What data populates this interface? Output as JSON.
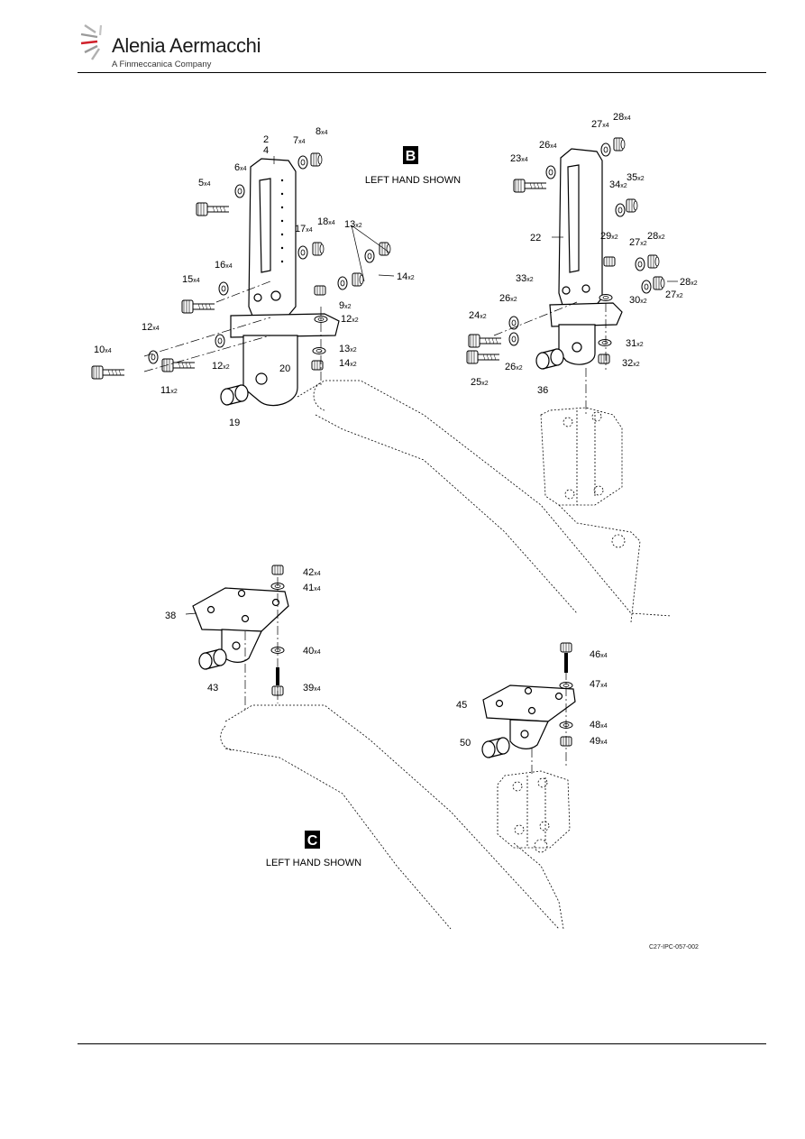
{
  "header": {
    "company_name": "Alenia Aermacchi",
    "company_tagline": "A Finmeccanica Company",
    "logo_icon": "alenia-swoosh-icon"
  },
  "view_b": {
    "marker": "B",
    "caption": "LEFT HAND SHOWN"
  },
  "view_c": {
    "marker": "C",
    "caption": "LEFT HAND SHOWN"
  },
  "callouts": [
    {
      "num": "2",
      "qty": ""
    },
    {
      "num": "4",
      "qty": ""
    },
    {
      "num": "5",
      "qty": "x4"
    },
    {
      "num": "6",
      "qty": "x4"
    },
    {
      "num": "7",
      "qty": "x4"
    },
    {
      "num": "8",
      "qty": "x4"
    },
    {
      "num": "9",
      "qty": "x2"
    },
    {
      "num": "10",
      "qty": "x4"
    },
    {
      "num": "11",
      "qty": "x2"
    },
    {
      "num": "12",
      "qty": "x4"
    },
    {
      "num": "12",
      "qty": "x2"
    },
    {
      "num": "12",
      "qty": "x2"
    },
    {
      "num": "13",
      "qty": "x2"
    },
    {
      "num": "13",
      "qty": "x2"
    },
    {
      "num": "14",
      "qty": "x2"
    },
    {
      "num": "14",
      "qty": "x2"
    },
    {
      "num": "15",
      "qty": "x4"
    },
    {
      "num": "16",
      "qty": "x4"
    },
    {
      "num": "17",
      "qty": "x4"
    },
    {
      "num": "18",
      "qty": "x4"
    },
    {
      "num": "19",
      "qty": ""
    },
    {
      "num": "20",
      "qty": ""
    },
    {
      "num": "22",
      "qty": ""
    },
    {
      "num": "23",
      "qty": "x4"
    },
    {
      "num": "24",
      "qty": "x2"
    },
    {
      "num": "25",
      "qty": "x2"
    },
    {
      "num": "26",
      "qty": "x4"
    },
    {
      "num": "26",
      "qty": "x2"
    },
    {
      "num": "26",
      "qty": "x2"
    },
    {
      "num": "27",
      "qty": "x4"
    },
    {
      "num": "27",
      "qty": "x2"
    },
    {
      "num": "27",
      "qty": "x2"
    },
    {
      "num": "28",
      "qty": "x4"
    },
    {
      "num": "28",
      "qty": "x2"
    },
    {
      "num": "28",
      "qty": "x2"
    },
    {
      "num": "29",
      "qty": "x2"
    },
    {
      "num": "30",
      "qty": "x2"
    },
    {
      "num": "31",
      "qty": "x2"
    },
    {
      "num": "32",
      "qty": "x2"
    },
    {
      "num": "33",
      "qty": "x2"
    },
    {
      "num": "34",
      "qty": "x2"
    },
    {
      "num": "35",
      "qty": "x2"
    },
    {
      "num": "36",
      "qty": ""
    },
    {
      "num": "38",
      "qty": ""
    },
    {
      "num": "39",
      "qty": "x4"
    },
    {
      "num": "40",
      "qty": "x4"
    },
    {
      "num": "41",
      "qty": "x4"
    },
    {
      "num": "42",
      "qty": "x4"
    },
    {
      "num": "43",
      "qty": ""
    },
    {
      "num": "45",
      "qty": ""
    },
    {
      "num": "46",
      "qty": "x4"
    },
    {
      "num": "47",
      "qty": "x4"
    },
    {
      "num": "48",
      "qty": "x4"
    },
    {
      "num": "49",
      "qty": "x4"
    },
    {
      "num": "50",
      "qty": ""
    }
  ],
  "drawing_id": "C27-IPC-057-002"
}
